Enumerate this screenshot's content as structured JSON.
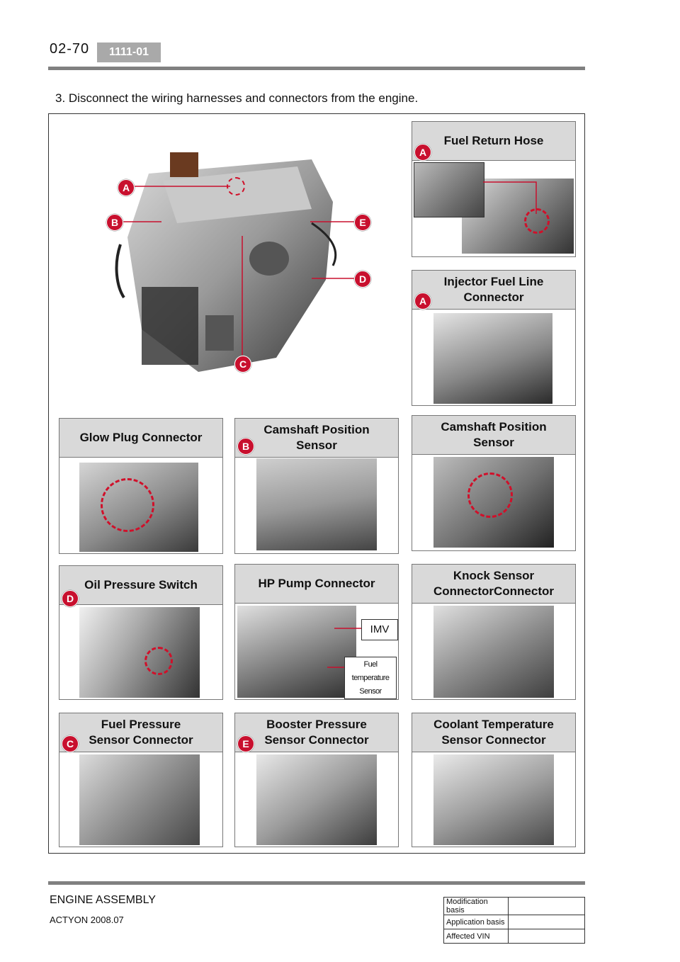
{
  "header": {
    "page_number": "02-70",
    "section_code": "1111-01"
  },
  "instruction": "3. Disconnect the wiring harnesses and connectors from the engine.",
  "overview_callouts": [
    "A",
    "B",
    "C",
    "D",
    "E"
  ],
  "panels": [
    {
      "id": "fuel-return-hose",
      "title": "Fuel Return Hose",
      "badge": "A"
    },
    {
      "id": "injector-fuel-line-connector",
      "title": "Injector Fuel Line Connector",
      "badge": "A"
    },
    {
      "id": "glow-plug-connector",
      "title": "Glow Plug Connector",
      "badge": ""
    },
    {
      "id": "camshaft-position-sensor-b",
      "title": "Camshaft Position Sensor",
      "badge": "B"
    },
    {
      "id": "camshaft-position-sensor",
      "title": "Camshaft Position Sensor",
      "badge": ""
    },
    {
      "id": "oil-pressure-switch",
      "title": "Oil Pressure Switch",
      "badge": "D"
    },
    {
      "id": "hp-pump-connector",
      "title": "HP Pump Connector",
      "badge": "",
      "labels": [
        "IMV",
        "Fuel temperature Sensor"
      ]
    },
    {
      "id": "knock-sensor-connector",
      "title": "Knock Sensor ConnectorConnector",
      "badge": ""
    },
    {
      "id": "fuel-pressure-sensor-connector",
      "title": "Fuel Pressure Sensor Connector",
      "badge": "C"
    },
    {
      "id": "booster-pressure-sensor-connector",
      "title": "Booster Pressure Sensor Connector",
      "badge": "E"
    },
    {
      "id": "coolant-temperature-sensor-connector",
      "title": "Coolant Temperature Sensor Connector",
      "badge": ""
    }
  ],
  "footer": {
    "title": "ENGINE ASSEMBLY",
    "model": "ACTYON 2008.07",
    "info_rows": [
      {
        "label": "Modification basis",
        "value": ""
      },
      {
        "label": "Application basis",
        "value": ""
      },
      {
        "label": "Affected VIN",
        "value": ""
      }
    ]
  },
  "colors": {
    "badge_red": "#c8102e",
    "circle_red": "#d0102a",
    "panel_header_gray": "#d9d9d9",
    "rule_gray": "#808080",
    "section_tag_gray": "#a9a9a9"
  }
}
